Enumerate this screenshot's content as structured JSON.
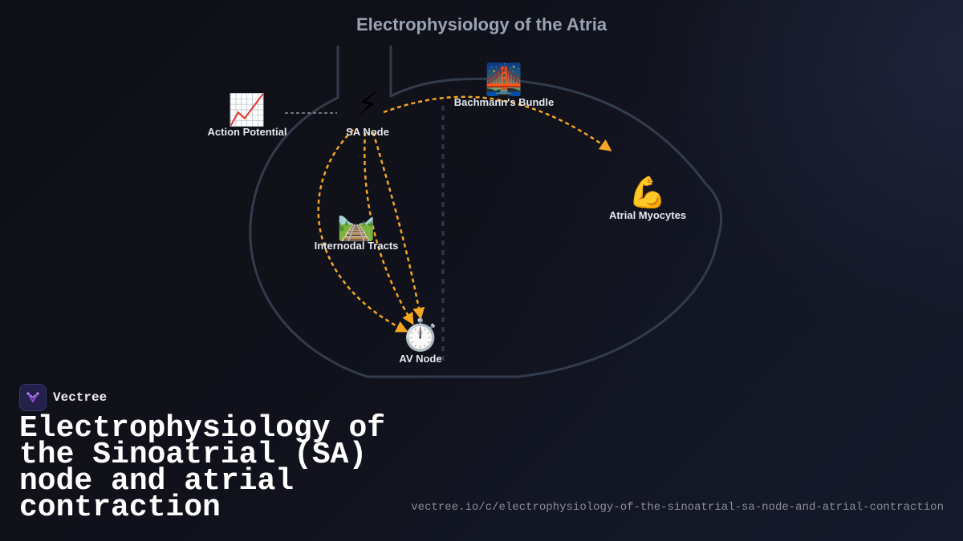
{
  "diagram": {
    "title": "Electrophysiology of the Atria",
    "nodes": {
      "action_potential": {
        "label": "Action Potential",
        "icon": "chart-increasing-icon",
        "glyph": "📈"
      },
      "sa_node": {
        "label": "SA Node",
        "icon": "lightning-bolt-icon",
        "glyph": "⚡"
      },
      "bachmanns_bundle": {
        "label": "Bachmann's Bundle",
        "icon": "bridge-at-night-icon",
        "glyph": "🌉"
      },
      "atrial_myocytes": {
        "label": "Atrial Myocytes",
        "icon": "flexed-biceps-icon",
        "glyph": "💪"
      },
      "internodal_tracts": {
        "label": "Internodal Tracts",
        "icon": "railway-track-icon",
        "glyph": "🛤️"
      },
      "av_node": {
        "label": "AV Node",
        "icon": "stopwatch-icon",
        "glyph": "⏱️"
      }
    }
  },
  "brand": {
    "name": "Vectree",
    "logo_icon": "vectree-logo-icon"
  },
  "page_title": "Electrophysiology of the Sinoatrial (SA) node and atrial contraction",
  "footer_url": "vectree.io/c/electrophysiology-of-the-sinoatrial-sa-node-and-atrial-contraction",
  "colors": {
    "background": "#0f1016",
    "outline": "#333c4d",
    "arrow": "#f5a623",
    "title_text": "#9aa3b5",
    "label_text": "#e6e8ee",
    "brand_accent": "#8f4fd8"
  }
}
